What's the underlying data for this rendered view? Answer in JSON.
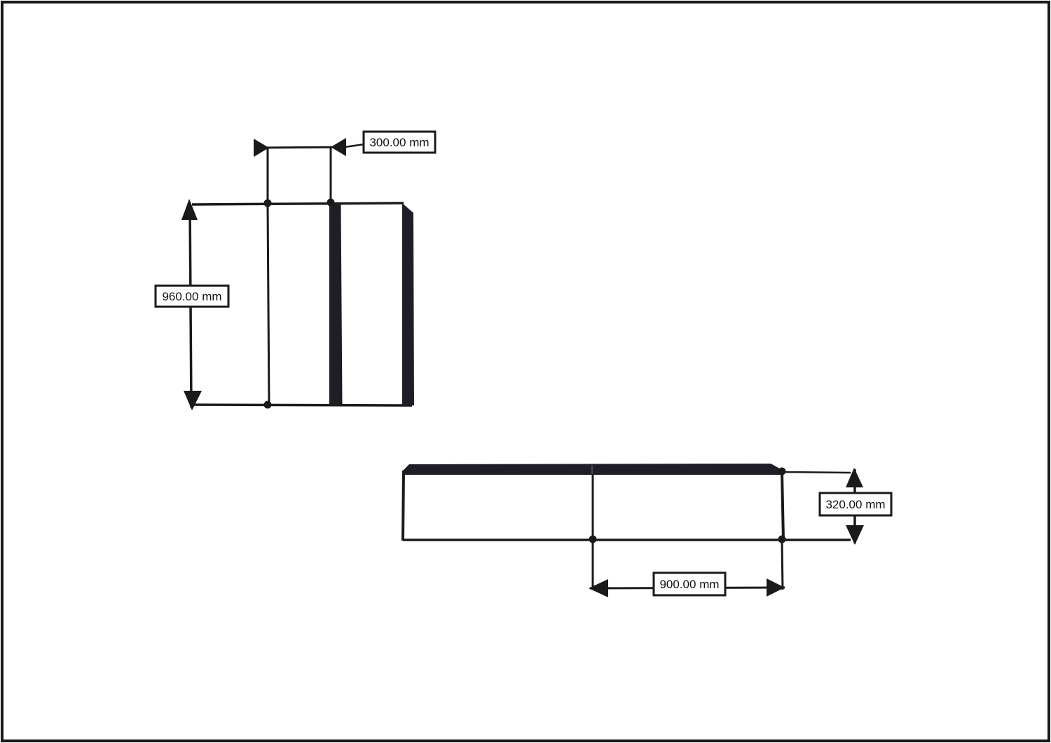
{
  "dimensions": {
    "top_width": "300.00 mm",
    "left_height": "960.00 mm",
    "right_height": "320.00 mm",
    "bottom_width": "900.00 mm"
  },
  "colors": {
    "line": "#1a1a1a",
    "fill_dark": "#1e1e26",
    "background": "#ffffff"
  }
}
